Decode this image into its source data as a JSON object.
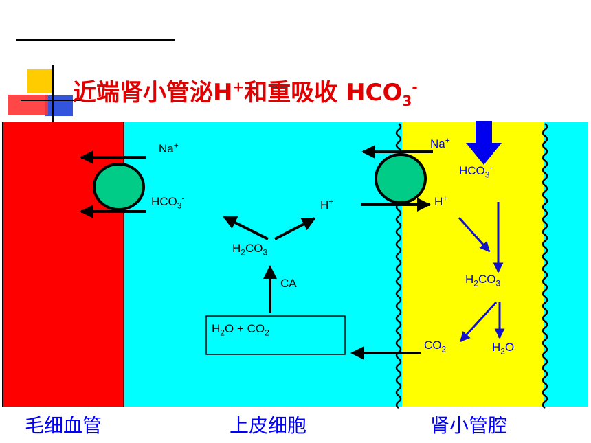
{
  "title": {
    "main": "近端肾小管泌H",
    "h_sup": "+",
    "middle": "和重吸收 HCO",
    "sub": "3",
    "end_sup": "-"
  },
  "regions": {
    "capillary": "毛细血管",
    "epithelial": "上皮细胞",
    "lumen": "肾小管腔"
  },
  "cell_labels": {
    "na_left": {
      "base": "Na",
      "sup": "+"
    },
    "hco3_left": {
      "base": "HCO",
      "sub": "3",
      "sup": "-"
    },
    "h_center": {
      "base": "H",
      "sup": "+"
    },
    "h2co3_center": {
      "pre": "H",
      "sub1": "2",
      "mid": "CO",
      "sub2": "3"
    },
    "ca": "CA",
    "box": {
      "pre": "H",
      "sub1": "2",
      "mid": "O + CO",
      "sub2": "2"
    }
  },
  "lumen_labels": {
    "na_right": {
      "base": "Na",
      "sup": "+"
    },
    "hco3_right": {
      "base": "HCO",
      "sub": "3",
      "sup": "-"
    },
    "h_right": {
      "base": "H",
      "sup": "+"
    },
    "h2co3_right": {
      "pre": "H",
      "sub1": "2",
      "mid": "CO",
      "sub2": "3"
    },
    "co2": {
      "base": "CO",
      "sub": "2"
    },
    "h2o": {
      "pre": "H",
      "sub": "2",
      "post": "O"
    }
  },
  "colors": {
    "capillary": "#ff0000",
    "cell": "#00ffff",
    "lumen": "#ffff00",
    "transporter": "#00cc88",
    "title": "#e00000",
    "blue_arrow": "#0000ff"
  }
}
